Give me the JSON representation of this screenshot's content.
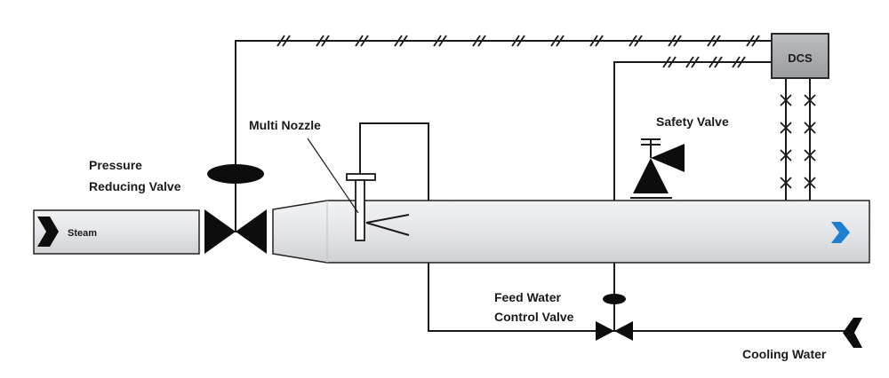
{
  "labels": {
    "steam": "Steam",
    "pressure_reducing_valve_line1": "Pressure",
    "pressure_reducing_valve_line2": "Reducing Valve",
    "multi_nozzle": "Multi Nozzle",
    "safety_valve": "Safety Valve",
    "dcs": "DCS",
    "feed_water_line1": "Feed Water",
    "feed_water_line2": "Control Valve",
    "cooling_water": "Cooling Water"
  },
  "colors": {
    "line": "#1a1a1a",
    "pipe_fill": "#e6e7ea",
    "pipe_stroke": "#222222",
    "dcs_fill": "#a7a9ac",
    "steam_arrow": "#0d0d0d",
    "outlet_arrow": "#1e7fd0"
  },
  "icons": {
    "steam_inlet": "arrow-right-icon",
    "steam_outlet": "arrow-right-icon",
    "cooling_inlet": "arrow-left-icon"
  }
}
